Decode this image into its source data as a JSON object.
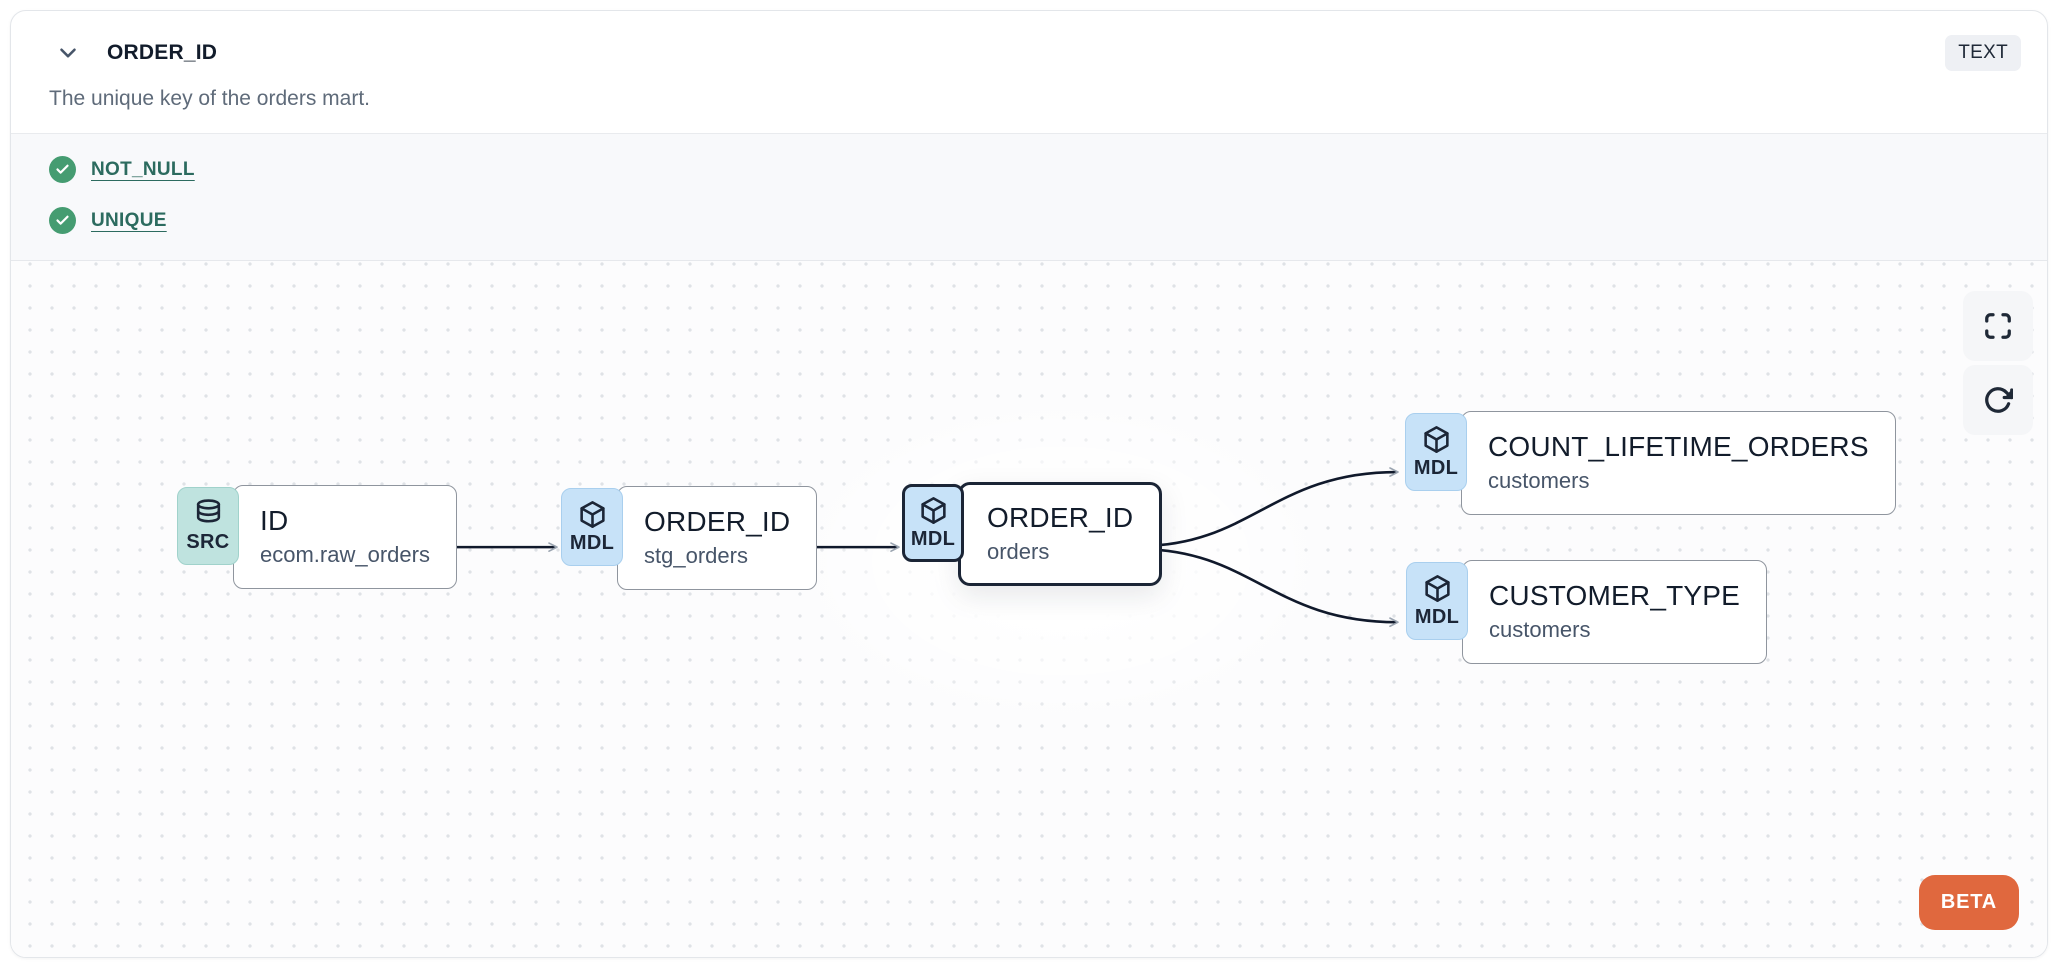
{
  "header": {
    "collapse_icon": "chevron-down-icon",
    "title": "ORDER_ID",
    "type_badge": "TEXT",
    "description": "The unique key of the orders mart."
  },
  "tests": {
    "items": [
      {
        "icon": "check-circle-icon",
        "status": "pass",
        "label": "NOT_NULL"
      },
      {
        "icon": "check-circle-icon",
        "status": "pass",
        "label": "UNIQUE"
      }
    ]
  },
  "lineage": {
    "nodes": [
      {
        "id": "source-id",
        "badge": "SRC",
        "badge_icon": "database-icon",
        "title": "ID",
        "subtitle": "ecom.raw_orders",
        "selected": false
      },
      {
        "id": "stg-order-id",
        "badge": "MDL",
        "badge_icon": "cube-icon",
        "title": "ORDER_ID",
        "subtitle": "stg_orders",
        "selected": false
      },
      {
        "id": "orders-order-id",
        "badge": "MDL",
        "badge_icon": "cube-icon",
        "title": "ORDER_ID",
        "subtitle": "orders",
        "selected": true
      },
      {
        "id": "count-lifetime-orders",
        "badge": "MDL",
        "badge_icon": "cube-icon",
        "title": "COUNT_LIFETIME_ORDERS",
        "subtitle": "customers",
        "selected": false
      },
      {
        "id": "customer-type",
        "badge": "MDL",
        "badge_icon": "cube-icon",
        "title": "CUSTOMER_TYPE",
        "subtitle": "customers",
        "selected": false
      }
    ],
    "edges": [
      {
        "from": "source-id",
        "to": "stg-order-id"
      },
      {
        "from": "stg-order-id",
        "to": "orders-order-id"
      },
      {
        "from": "orders-order-id",
        "to": "count-lifetime-orders"
      },
      {
        "from": "orders-order-id",
        "to": "customer-type"
      }
    ],
    "controls": [
      {
        "icon": "fullscreen-icon"
      },
      {
        "icon": "refresh-icon"
      }
    ],
    "beta_label": "BETA"
  },
  "colors": {
    "accent_beta": "#e0683e",
    "test_pass_green": "#459c71",
    "test_link_teal": "#2c6b5f",
    "badge_src_teal": "#bfe3df",
    "badge_mdl_blue": "#c7e2f8",
    "selected_border": "#1b2536",
    "edge_line": "#10192b",
    "canvas_bg": "#fcfcfd",
    "tests_bg": "#f8f9fb"
  }
}
